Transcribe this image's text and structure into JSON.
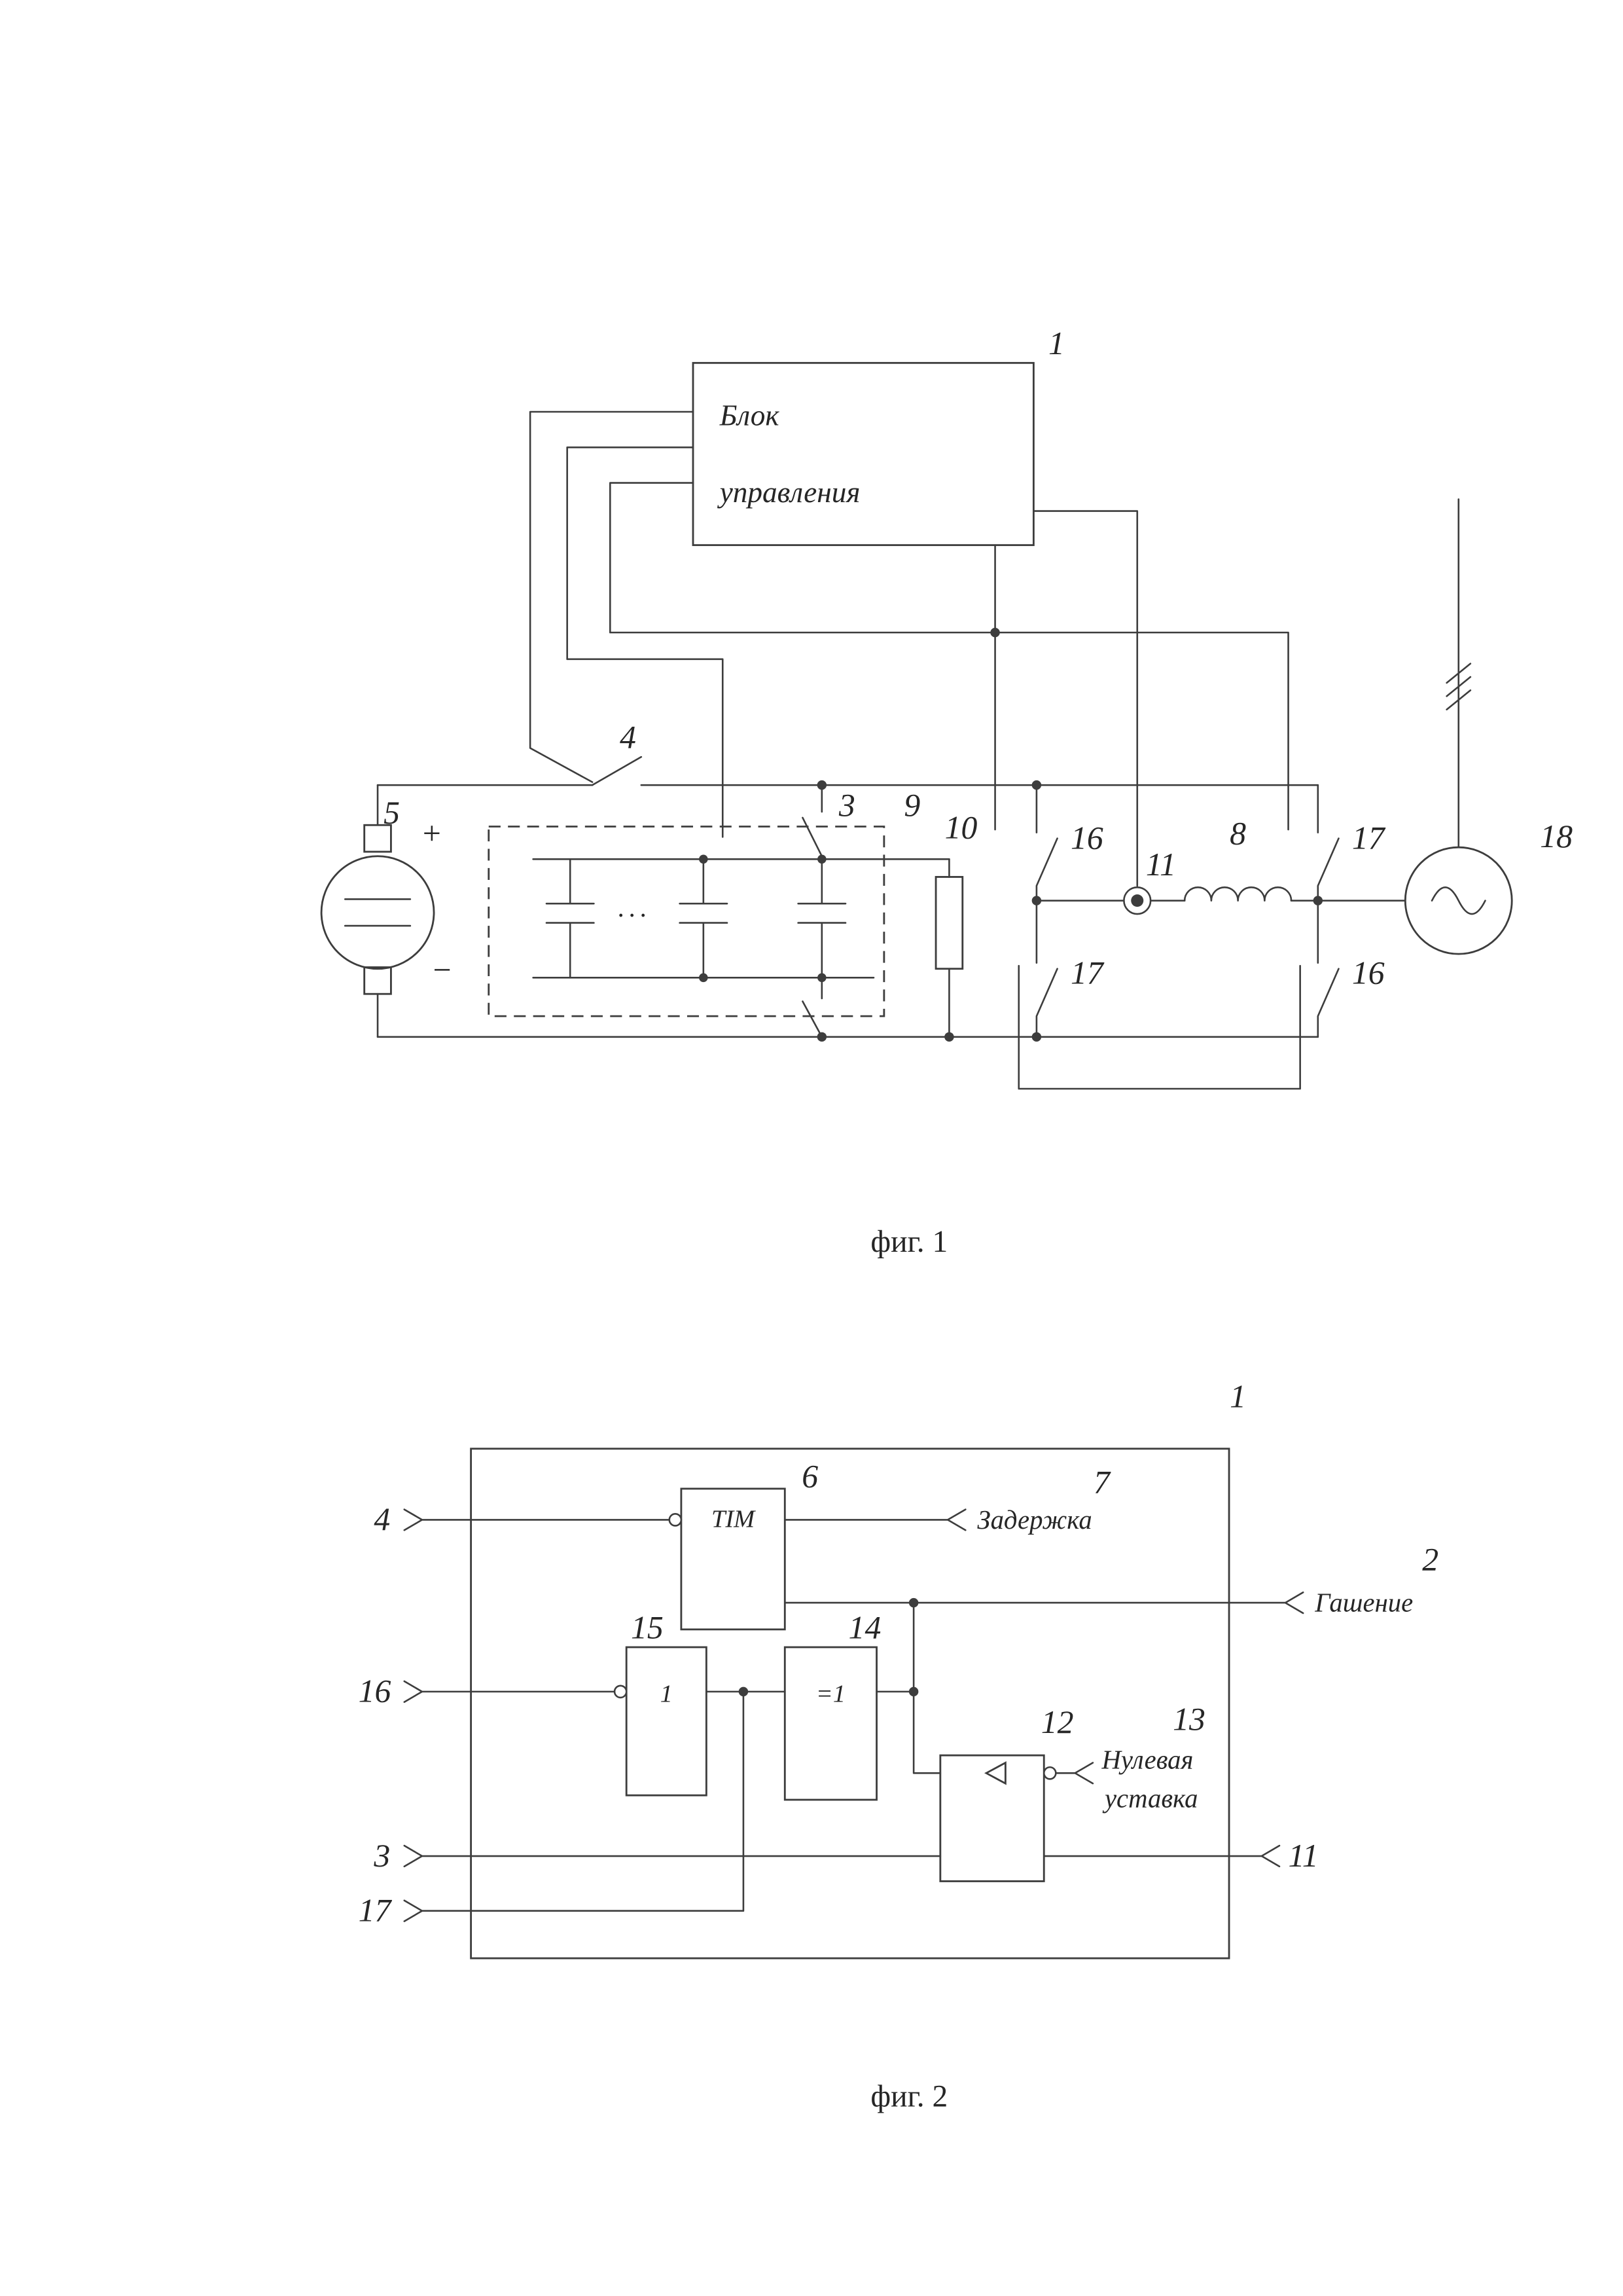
{
  "fig1": {
    "caption": "фиг. 1",
    "control_unit": {
      "ref": "1",
      "title_line1": "Блок",
      "title_line2": "управления"
    },
    "refs": {
      "switch4": "4",
      "battery": "5",
      "plus": "+",
      "minus": "−",
      "switch3": "3",
      "cap_bank": "9",
      "resistor": "10",
      "switch16_left": "16",
      "switch17_left": "17",
      "node11": "11",
      "inductor": "8",
      "switch17_right": "17",
      "switch16_right": "16",
      "ac_source": "18"
    },
    "ellipsis": "···"
  },
  "fig2": {
    "caption": "фиг. 2",
    "ref": "1",
    "blocks": {
      "timer": {
        "ref": "6",
        "label": "TIM"
      },
      "inverter": {
        "ref": "15",
        "label": "1"
      },
      "xor": {
        "ref": "14",
        "label": "=1"
      },
      "comparator": {
        "ref": "12"
      }
    },
    "terminals": {
      "in4": "4",
      "in16": "16",
      "in3": "3",
      "in17": "17",
      "out7": {
        "ref": "7",
        "label": "Задержка"
      },
      "out2": {
        "ref": "2",
        "label": "Гашение"
      },
      "out11": "11",
      "zero_set": {
        "ref": "13",
        "label_line1": "Нулевая",
        "label_line2": "уставка"
      }
    }
  }
}
